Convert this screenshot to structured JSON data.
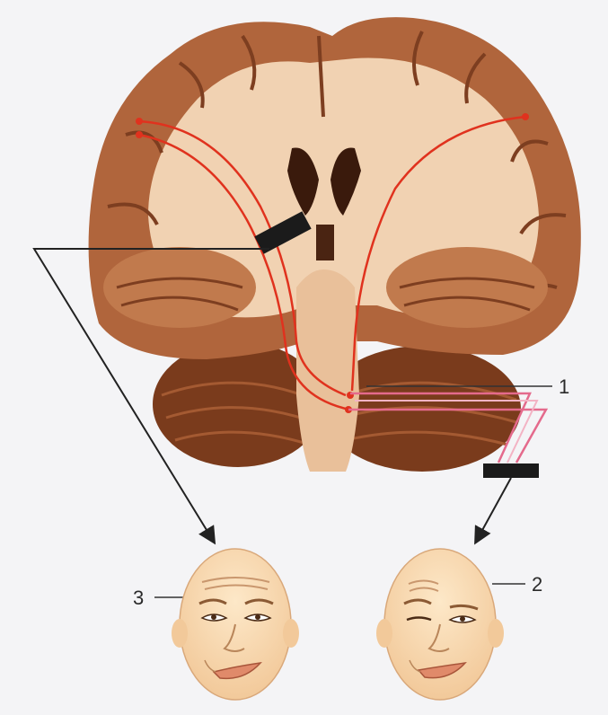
{
  "callouts": [
    {
      "label": "1",
      "target": "facial-nerve-nucleus"
    },
    {
      "label": "2",
      "target": "face-peripheral-palsy"
    },
    {
      "label": "3",
      "target": "face-central-palsy"
    }
  ],
  "colors": {
    "background": "#f4f4f6",
    "brain_cortex": "#b0653c",
    "brain_white_matter": "#f1d2b2",
    "cerebellum": "#7a3b1c",
    "upper_motor_tract": "#e0321e",
    "lower_motor_nerve": "#e46a8c",
    "lesion_bar": "#1b1b1b",
    "face_skin": "#f9ddb8"
  },
  "icons": [
    "lesion-bar-icon",
    "arrow-icon"
  ]
}
